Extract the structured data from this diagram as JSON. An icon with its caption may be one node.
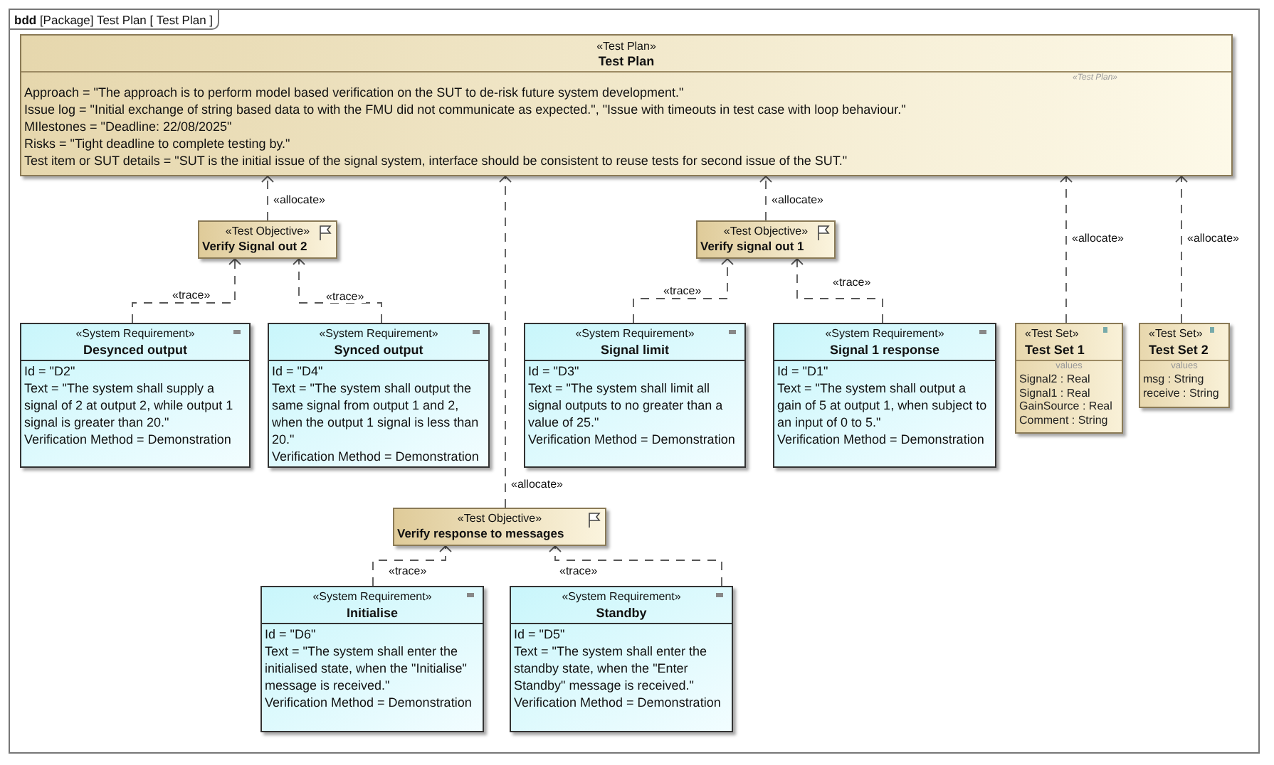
{
  "diagram": {
    "nodes": [
      {
        "text": [
          "**bdd** [Package] Test Plan [ Test Plan ]"
        ]
      },
      {
        "text": [
          "«Test Plan»",
          "Test Plan",
          "«Test Plan»",
          "Approach = \"The approach is to perform model based verification on the SUT to de-risk future system development.\"",
          "Issue log = \"Initial exchange of string based data to with the FMU did not communicate as expected.\", \"Issue with timeouts in test case with loop behaviour.\"",
          "MIlestones = \"Deadline: 22/08/2025\"",
          "Risks = \"Tight deadline to complete testing by.\"",
          "Test item or SUT details = \"SUT is the initial issue of the signal system, interface should be consistent to reuse tests for second issue of the SUT.\""
        ],
        "in": 0
      },
      {
        "text": [
          "«Test Objective»",
          "Verify Signal out 2"
        ],
        "in": 0
      },
      {
        "text": [
          "«Test Objective»",
          "Verify signal out 1"
        ],
        "in": 0
      },
      {
        "text": [
          "«System Requirement»",
          "Desynced output",
          "Id = \"D2\"",
          "Text = \"The system shall supply a signal of 2 at output 2, while output 1 signal is greater than 20.\"",
          "Verification Method = Demonstration"
        ],
        "in": 0
      },
      {
        "text": [
          "«System Requirement»",
          "Synced output",
          "Id = \"D4\"",
          "Text = \"The system shall output the same signal from output 1 and 2, when the output 1 signal is less than 20.\"",
          "Verification Method = Demonstration"
        ],
        "in": 0
      },
      {
        "text": [
          "«System Requirement»",
          "Signal limit",
          "Id = \"D3\"",
          "Text = \"The system shall limit all signal outputs to no greater than a value of 25.\"",
          "Verification Method = Demonstration"
        ],
        "in": 0
      },
      {
        "text": [
          "«System Requirement»",
          "Signal 1 response",
          "Id = \"D1\"",
          "Text = \"The system shall output a gain of 5 at output 1, when subject to an input of 0 to 5.\"",
          "Verification Method = Demonstration"
        ],
        "in": 0
      },
      {
        "text": [
          "«Test Set»",
          "Test Set 1",
          "values",
          "Signal2 : Real",
          "Signal1 : Real",
          "GainSource : Real",
          "Comment : String"
        ],
        "in": 0
      },
      {
        "text": [
          "«Test Set»",
          "Test Set 2",
          "values",
          "msg : String",
          "receive : String"
        ],
        "in": 0
      },
      {
        "text": [
          "«Test Objective»",
          "Verify response to messages"
        ],
        "in": 0
      },
      {
        "text": [
          "«System Requirement»",
          "Initialise",
          "Id = \"D6\"",
          "Text = \"The system shall enter the initialised state, when the \"Initialise\" message is received.\"",
          "Verification Method = Demonstration"
        ],
        "in": 0
      },
      {
        "text": [
          "«System Requirement»",
          "Standby",
          "Id = \"D5\"",
          "Text = \"The system shall enter the standby state, when the \"Enter Standby\" message is received.\"",
          "Verification Method = Demonstration"
        ],
        "in": 0
      }
    ],
    "edges": [
      {
        "from": 2,
        "to": 1,
        "arrow": "to",
        "label": "«allocate»",
        "style": "dashed"
      },
      {
        "from": 3,
        "to": 1,
        "arrow": "to",
        "label": "«allocate»",
        "style": "dashed"
      },
      {
        "from": 8,
        "to": 1,
        "arrow": "to",
        "label": "«allocate»",
        "style": "dashed"
      },
      {
        "from": 9,
        "to": 1,
        "arrow": "to",
        "label": "«allocate»",
        "style": "dashed"
      },
      {
        "from": 10,
        "to": 1,
        "arrow": "to",
        "label": "«allocate»",
        "style": "dashed"
      },
      {
        "from": 4,
        "to": 2,
        "arrow": "to",
        "label": "«trace»",
        "style": "dashed"
      },
      {
        "from": 5,
        "to": 2,
        "arrow": "to",
        "label": "«trace»",
        "style": "dashed"
      },
      {
        "from": 6,
        "to": 3,
        "arrow": "to",
        "label": "«trace»",
        "style": "dashed"
      },
      {
        "from": 7,
        "to": 3,
        "arrow": "to",
        "label": "«trace»",
        "style": "dashed"
      },
      {
        "from": 11,
        "to": 10,
        "arrow": "to",
        "label": "«trace»",
        "style": "dashed"
      },
      {
        "from": 12,
        "to": 10,
        "arrow": "to",
        "label": "«trace»",
        "style": "dashed"
      }
    ]
  }
}
